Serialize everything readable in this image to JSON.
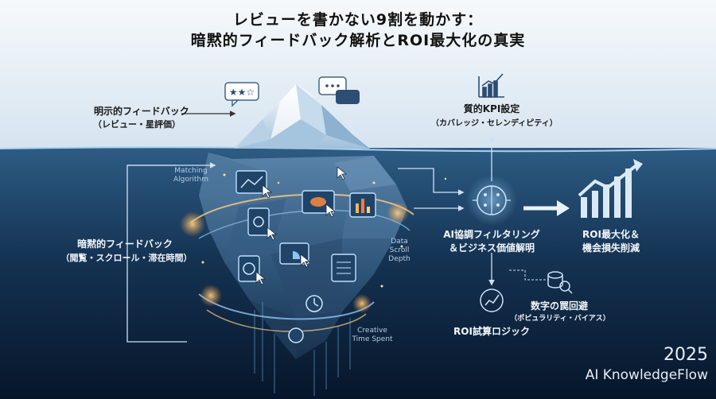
{
  "title": {
    "line1": "レビューを書かない9割を動かす：",
    "line2": "暗黙的フィードバック解析とROI最大化の真実"
  },
  "explicit_feedback": {
    "label": "明示的フィードバック",
    "sub": "（レビュー・星評価）"
  },
  "implicit_feedback": {
    "label": "暗黙的フィードバック",
    "sub": "（閲覧・スクロール・滞在時間）"
  },
  "iceberg_labels": {
    "matching": [
      "Matching",
      "Algorithm"
    ],
    "data_scroll": [
      "Data",
      "Scroll",
      "Depth"
    ],
    "creative": [
      "Creative",
      "Time Spent"
    ]
  },
  "kpi": {
    "label": "質的KPI設定",
    "sub": "（カバレッジ・セレンディピティ）"
  },
  "ai": {
    "line1": "AI協調フィルタリング",
    "line2": "＆ビジネス価値解明"
  },
  "roi_max": {
    "line1": "ROI最大化＆",
    "line2": "機会損失削減"
  },
  "trap": {
    "label": "数字の罠回避",
    "sub": "（ポピュラリティ・バイアス）"
  },
  "roi_logic": {
    "label": "ROI試算ロジック"
  },
  "footer": {
    "year": "2025",
    "brand": "AI KnowledgeFlow"
  },
  "colors": {
    "sky_top": "#f4f7fa",
    "sky_bottom": "#dbe7f1",
    "water_top": "#2c5a82",
    "water_bottom": "#08192c",
    "glow": "#ffb347",
    "accent": "#8fc3f0"
  }
}
